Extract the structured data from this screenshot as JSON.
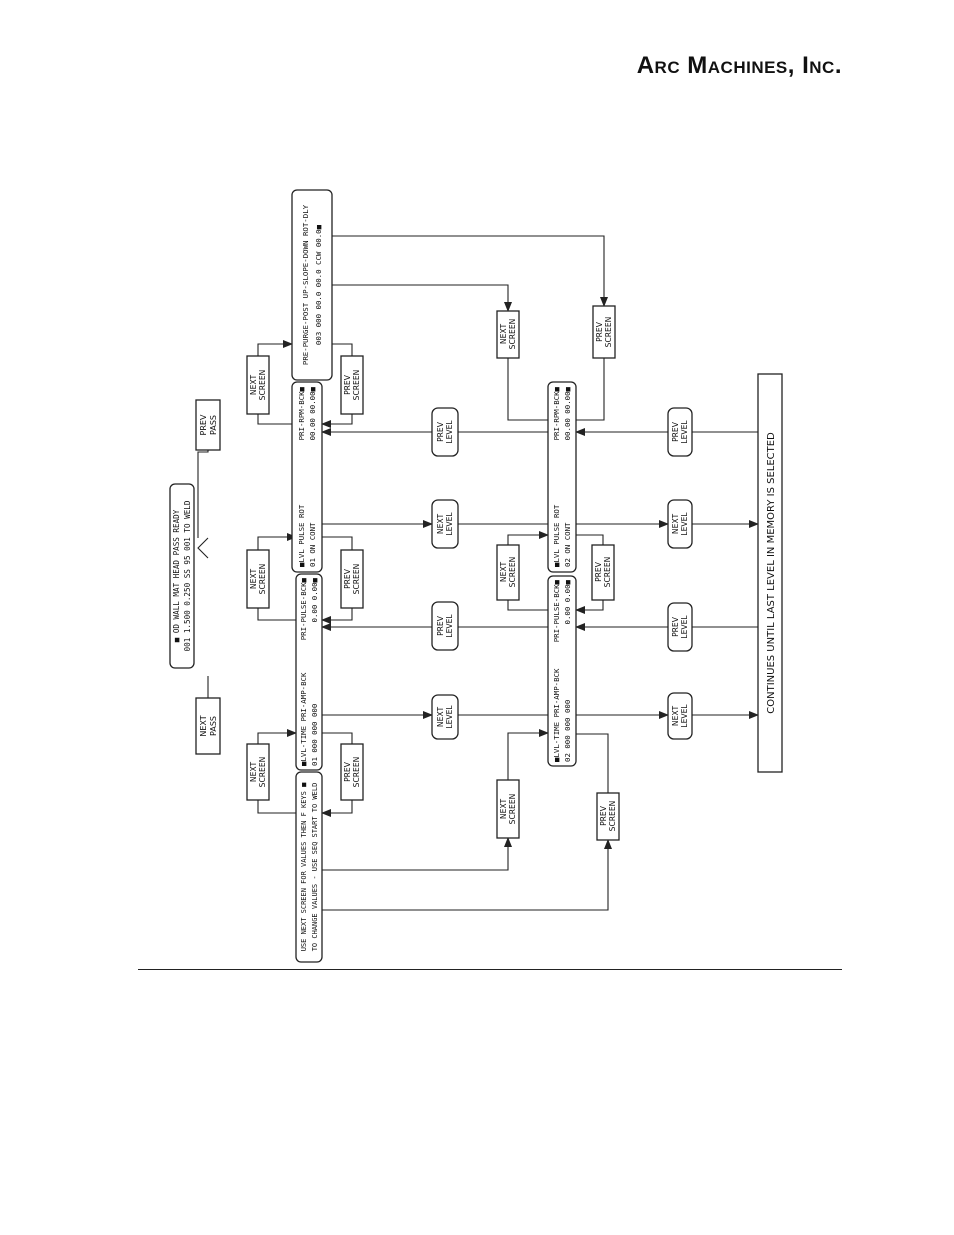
{
  "header": {
    "company": "Arc Machines, Inc."
  },
  "diagram": {
    "start_screen": {
      "line1": "■    OD     WALL  MAT  HEAD  PASS  READY",
      "line2": "001  1.500   0.250   SS    95    001 TO WELD"
    },
    "intro_screen": {
      "line1": "USE NEXT SCREEN FOR VALUES THEN F KEYS ■",
      "line2": "TO CHANGE VALUES - USE SEQ START TO WELD"
    },
    "level_screens": {
      "time": {
        "header": "■LVL-TIME   PRI-AMP-BCK",
        "level1_values": "01   000   000       000",
        "level2_values": "02   000   000       000"
      },
      "pulse_time": {
        "header": "PRI-PULSE-BCK■",
        "level1_values": "0.00    0.00■",
        "level2_values": "0.00    0.00■"
      },
      "pulse_rot": {
        "header": "■LVL   PULSE     ROT",
        "level1_values": "01     ON       CONT",
        "level2_values": "02     ON       CONT"
      },
      "rpm": {
        "header": "PRI-RPM-BCK■",
        "level1_values": "00.00    00.00■",
        "level2_values": "00.00    00.00■"
      }
    },
    "purge_screen": {
      "line1": "PRE-PURGE-POST  UP-SLOPE-DOWN  ROT-DLY",
      "line2": "003      000    00.0       00.0    CCW  00.0■"
    },
    "keys": {
      "next_pass": [
        "NEXT",
        "PASS"
      ],
      "prev_pass": [
        "PREV",
        "PASS"
      ],
      "next_screen": [
        "NEXT",
        "SCREEN"
      ],
      "prev_screen": [
        "PREV",
        "SCREEN"
      ],
      "next_level": [
        "NEXT",
        "LEVEL"
      ],
      "prev_level": [
        "PREV",
        "LEVEL"
      ]
    },
    "footer_note": "CONTINUES UNTIL LAST LEVEL IN MEMORY IS SELECTED"
  }
}
